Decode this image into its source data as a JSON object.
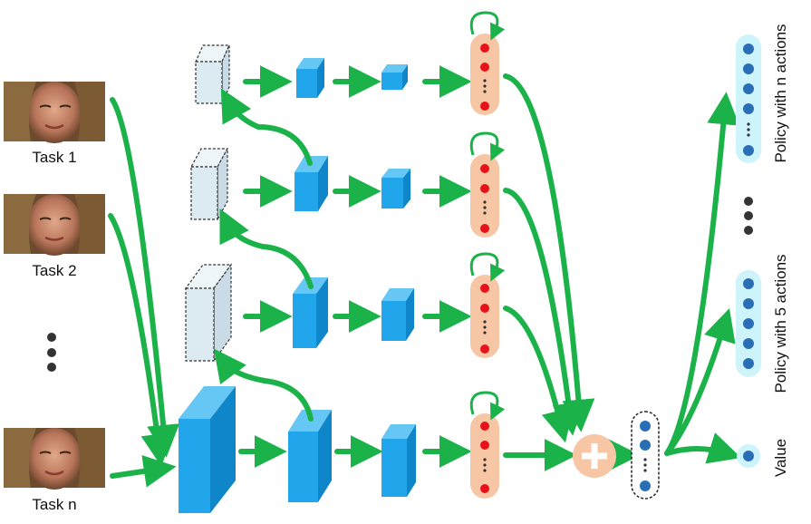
{
  "tasks": [
    {
      "label": "Task 1"
    },
    {
      "label": "Task 2"
    },
    {
      "label": "Task n"
    }
  ],
  "outputs": {
    "policy_n_label": "Policy with n actions",
    "policy_5_label": "Policy with 5 actions",
    "value_label": "Value"
  },
  "colors": {
    "arrow": "#1bb24a",
    "cube_front": "#21a6ec",
    "cube_side": "#0f86c9",
    "cube_top": "#66c7f5",
    "ghost_face": "#dceaf2",
    "lstm_bg": "#f7c6a5",
    "lstm_dot": "#e8131a",
    "sum_circle": "#f7c6a5",
    "vector_dot": "#2a6fb6",
    "output_bg": "#cdf3fb"
  }
}
